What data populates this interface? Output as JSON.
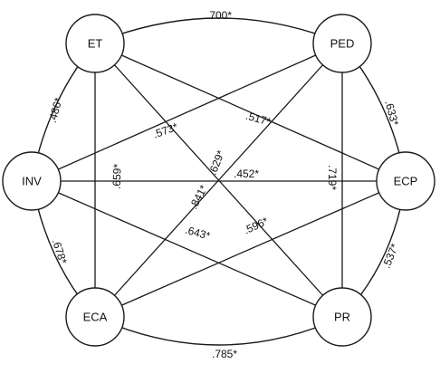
{
  "diagram": {
    "nodes": [
      {
        "id": "ET",
        "label": "ET"
      },
      {
        "id": "PED",
        "label": "PED"
      },
      {
        "id": "INV",
        "label": "INV"
      },
      {
        "id": "ECP",
        "label": "ECP"
      },
      {
        "id": "ECA",
        "label": "ECA"
      },
      {
        "id": "PR",
        "label": "PR"
      }
    ],
    "edges": [
      {
        "from": "ET",
        "to": "PED",
        "label": ".700*"
      },
      {
        "from": "PED",
        "to": "ECP",
        "label": ".633*"
      },
      {
        "from": "ECP",
        "to": "PR",
        "label": ".537*"
      },
      {
        "from": "ECA",
        "to": "PR",
        "label": ".785*"
      },
      {
        "from": "INV",
        "to": "ECA",
        "label": ".678*"
      },
      {
        "from": "ET",
        "to": "INV",
        "label": ".486*"
      },
      {
        "from": "INV",
        "to": "PED",
        "label": ".573*"
      },
      {
        "from": "ET",
        "to": "ECP",
        "label": ".517*"
      },
      {
        "from": "ET",
        "to": "PR",
        "label": ".629*"
      },
      {
        "from": "INV",
        "to": "ECP",
        "label": ".452*"
      },
      {
        "from": "PED",
        "to": "PR",
        "label": ".719*"
      },
      {
        "from": "ET",
        "to": "ECA",
        "label": ".659*"
      },
      {
        "from": "PED",
        "to": "ECA",
        "label": ".841*"
      },
      {
        "from": "INV",
        "to": "PR",
        "label": ".643*"
      },
      {
        "from": "ECP",
        "to": "ECA",
        "label": ".596*"
      }
    ]
  }
}
